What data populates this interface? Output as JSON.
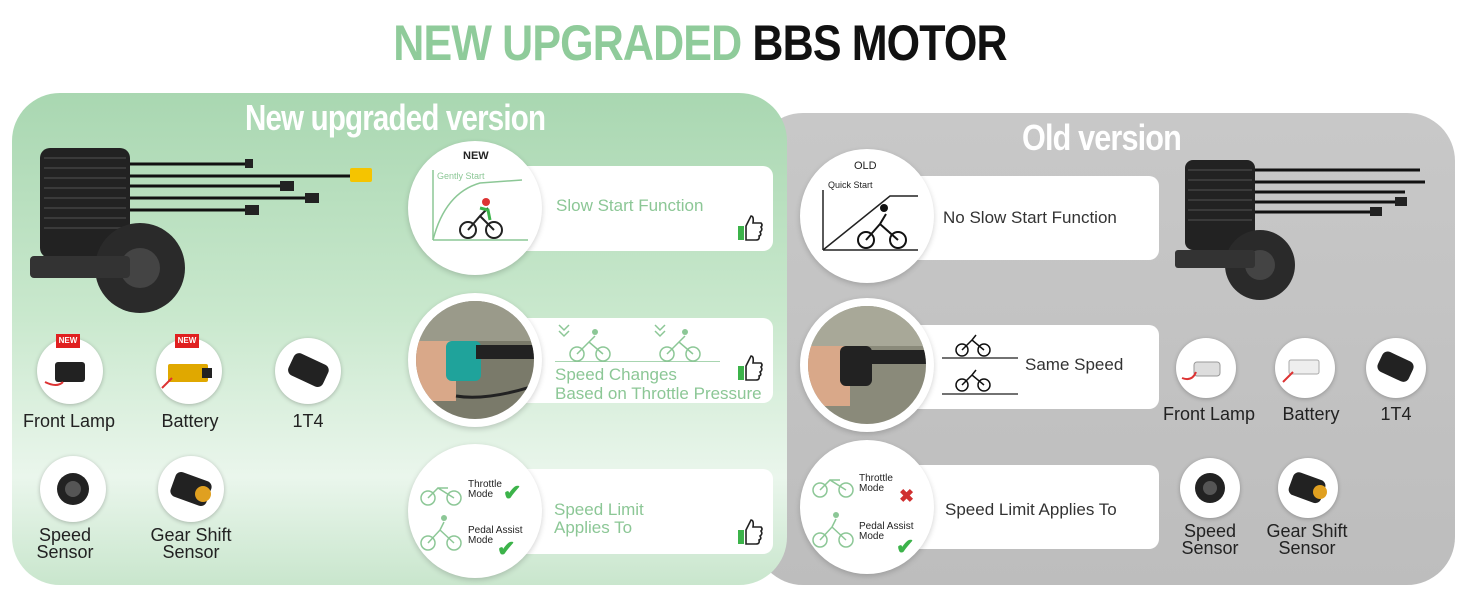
{
  "title": {
    "part_green": "NEW UPGRADED",
    "part_black": "BBS MOTOR"
  },
  "new_version": {
    "heading": "New upgraded version",
    "features": [
      {
        "badge": "NEW",
        "graph_label": "Gently Start",
        "text": "Slow Start Function",
        "icon": "thumbs-up-icon"
      },
      {
        "text_line1": "Speed Changes",
        "text_line2": "Based on Throttle Pressure",
        "icon": "thumbs-up-icon"
      },
      {
        "mode1": "Throttle Mode",
        "mode2": "Pedal Assist Mode",
        "text_line1": "Speed Limit",
        "text_line2": "Applies To",
        "icon": "thumbs-up-icon"
      }
    ],
    "accessories": [
      {
        "label": "Front Lamp",
        "badge": "NEW"
      },
      {
        "label": "Battery",
        "badge": "NEW"
      },
      {
        "label": "1T4"
      },
      {
        "label_line1": "Speed",
        "label_line2": "Sensor"
      },
      {
        "label_line1": "Gear Shift",
        "label_line2": "Sensor"
      }
    ]
  },
  "old_version": {
    "heading": "Old version",
    "features": [
      {
        "badge": "OLD",
        "graph_label": "Quick Start",
        "text": "No Slow Start Function"
      },
      {
        "text": "Same Speed"
      },
      {
        "mode1": "Throttle Mode",
        "mode2": "Pedal Assist Mode",
        "text": "Speed Limit Applies To"
      }
    ],
    "accessories": [
      {
        "label": "Front Lamp"
      },
      {
        "label": "Battery"
      },
      {
        "label": "1T4"
      },
      {
        "label_line1": "Speed",
        "label_line2": "Sensor"
      },
      {
        "label_line1": "Gear Shift",
        "label_line2": "Sensor"
      }
    ]
  },
  "colors": {
    "accent_green": "#8fcb9a",
    "panel_gray": "#c4c4c4",
    "check_green": "#3cb34a",
    "cross_red": "#d03030"
  }
}
